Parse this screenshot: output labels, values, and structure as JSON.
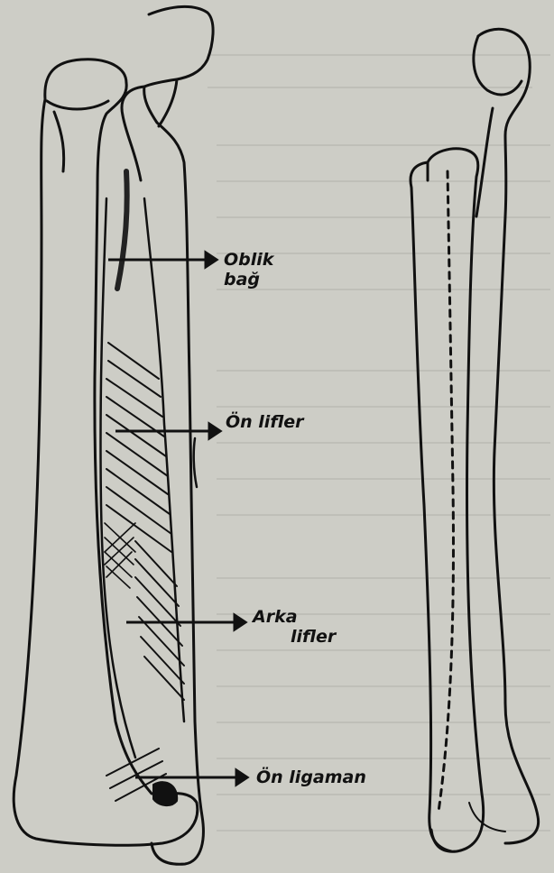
{
  "diagram": {
    "labels": {
      "oblique_line1": "Oblik",
      "oblique_line2": "bağ",
      "anterior_fibers": "Ön lifler",
      "posterior_line1": "Arka",
      "posterior_line2": "lifler",
      "anterior_ligament": "Ön ligaman"
    },
    "colors": {
      "paper": "#cdcdc6",
      "ink": "#111111",
      "bleed_text": "#8f8f89"
    }
  }
}
